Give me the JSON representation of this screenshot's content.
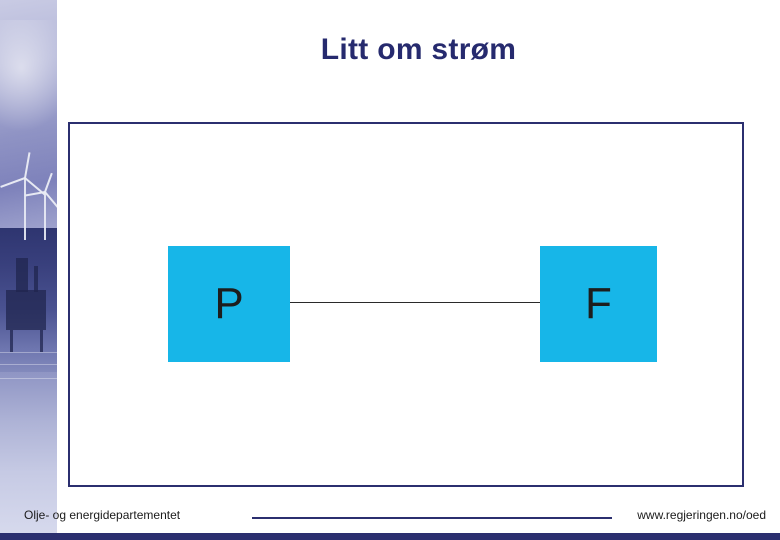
{
  "slide": {
    "title": "Litt om strøm",
    "title_color": "#262a6e"
  },
  "diagram": {
    "node_p_label": "P",
    "node_f_label": "F",
    "node_color": "#17b6e8",
    "connector_color": "#2a2a2a"
  },
  "footer": {
    "left_text": "Olje- og energidepartementet",
    "right_text": "www.regjeringen.no/oed",
    "bar_color": "#2b2f6f"
  }
}
